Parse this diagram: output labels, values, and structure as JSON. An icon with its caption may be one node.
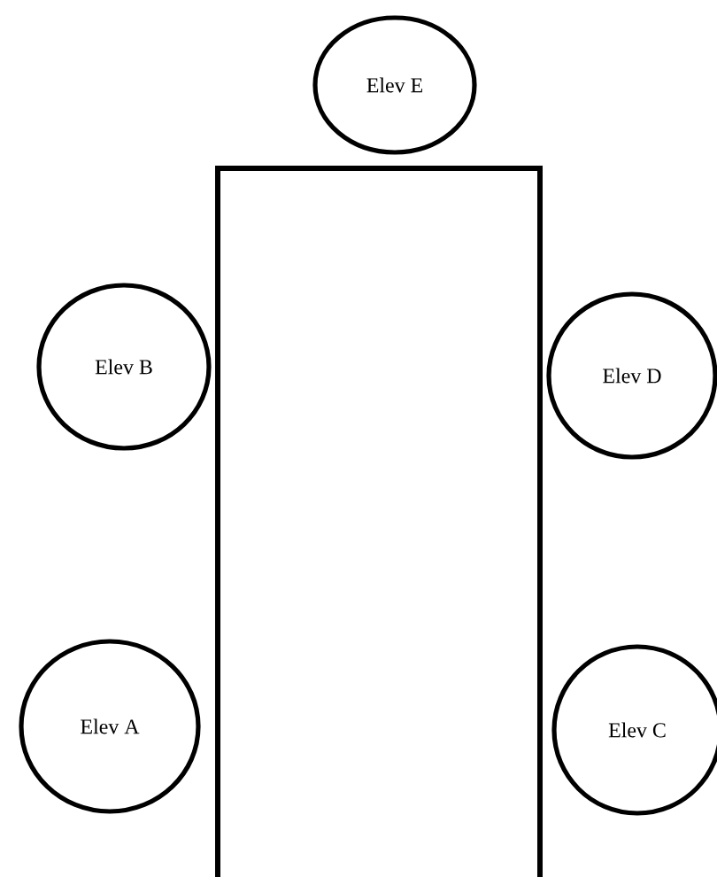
{
  "diagram": {
    "nodes": [
      {
        "text": [
          "Elev E"
        ]
      },
      {
        "text": [],
        "shape": "box"
      },
      {
        "text": [
          "Elev B"
        ]
      },
      {
        "text": [
          "Elev D"
        ]
      },
      {
        "text": [
          "Elev A"
        ]
      },
      {
        "text": [
          "Elev C"
        ]
      }
    ]
  }
}
